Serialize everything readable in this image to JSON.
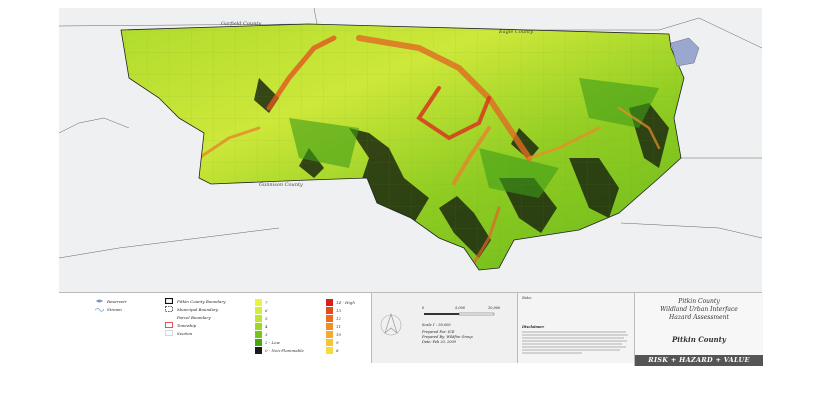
{
  "map": {
    "county_labels": {
      "garfield": "Garfield County",
      "eagle": "Eagle County",
      "gunnison": "Gunnison County"
    }
  },
  "legend": {
    "features": {
      "reservoir": "Reservoir",
      "stream": "Stream",
      "county_boundary": "Pitkin County Boundary",
      "municipal_boundary": "Municipal Boundary",
      "parcel_boundary": "Parcel Boundary",
      "township": "Township",
      "section": "Section"
    },
    "hazard_scale_low": [
      {
        "value": "7",
        "color": "#e9f53a"
      },
      {
        "value": "6",
        "color": "#d6ee33"
      },
      {
        "value": "5",
        "color": "#bfe52c"
      },
      {
        "value": "4",
        "color": "#9fd823"
      },
      {
        "value": "3",
        "color": "#76c51a"
      },
      {
        "value": "2 - Low",
        "color": "#45a80f"
      },
      {
        "value": "0 - Non-Flammable",
        "color": "#1a1a1a"
      }
    ],
    "hazard_scale_high": [
      {
        "value": "14 - High",
        "color": "#d8201a"
      },
      {
        "value": "13",
        "color": "#e44a1c"
      },
      {
        "value": "12",
        "color": "#ea6e22"
      },
      {
        "value": "11",
        "color": "#ef8f28"
      },
      {
        "value": "10",
        "color": "#f2ac2f"
      },
      {
        "value": "9",
        "color": "#f5c537"
      },
      {
        "value": "8",
        "color": "#f6db3d"
      }
    ]
  },
  "scale": {
    "ticks": [
      "0",
      "5,000",
      "10,000"
    ],
    "ratio": "Scale 1 : 50,000",
    "prepared_for": "Prepared For: ICE",
    "prepared_by": "Prepared By: Wildfire Group",
    "date": "Date: Feb 20, 2009"
  },
  "notes": {
    "title": "Note:",
    "disclaimer_title": "Disclaimer:"
  },
  "title_block": {
    "line1": "Pitkin County",
    "line2": "Wildland Urban Interface",
    "line3": "Hazard Assessment",
    "county": "Pitkin County",
    "tagline": "RISK + HAZARD + VALUE"
  },
  "colors": {
    "hazard_low": "#45a80f",
    "hazard_mid": "#d6ee33",
    "hazard_high": "#d8201a",
    "non_flammable": "#1a1a1a",
    "tagline_bar": "#555555"
  }
}
